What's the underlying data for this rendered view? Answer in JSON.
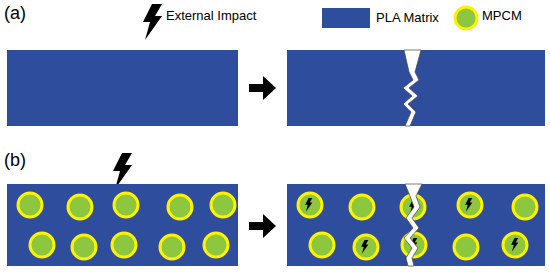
{
  "diagram": {
    "labels": [
      "(a)",
      "External Impact",
      "(b)"
    ],
    "legend": [
      {
        "text": "PLA Matrix",
        "color": "#2f4d9d"
      },
      {
        "text": "MPCM"
      }
    ]
  }
}
